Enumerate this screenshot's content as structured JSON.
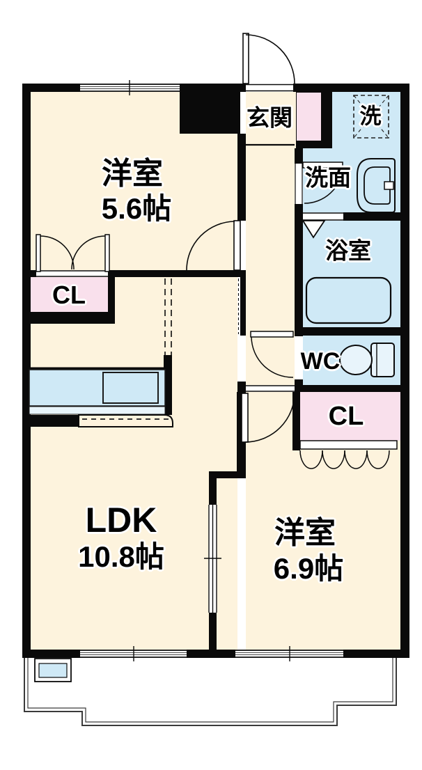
{
  "floorplan": {
    "labels": {
      "western_room_1": "洋室",
      "western_room_1_size": "5.6帖",
      "ldk": "LDK",
      "ldk_size": "10.8帖",
      "western_room_2": "洋室",
      "western_room_2_size": "6.9帖",
      "entrance": "玄関",
      "washing_machine": "洗",
      "washroom": "洗面",
      "bathroom": "浴室",
      "toilet": "WC",
      "closet_left": "CL",
      "closet_right": "CL"
    },
    "colors": {
      "room_floor": "#fdf3dd",
      "wet_area": "#cfe9f6",
      "closet": "#f9e0ec",
      "wall": "#0a0a0a",
      "kitchen_strip": "#e9f5fb",
      "balcony_line": "#3a3a3a"
    }
  }
}
